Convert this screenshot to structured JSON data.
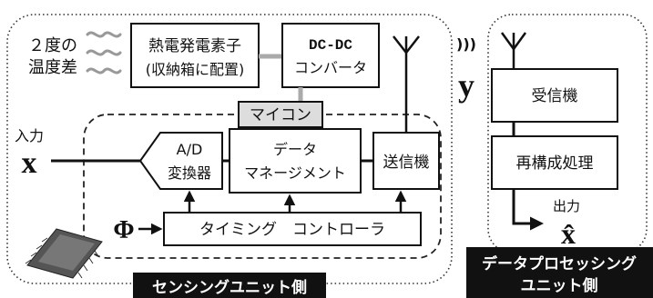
{
  "temperature_label": [
    "２度の",
    "温度差"
  ],
  "thermo_module": [
    "熱電発電素子",
    "(収納箱に配置)"
  ],
  "dcdc": [
    "DC-DC",
    "コンバータ"
  ],
  "microcontroller": "マイコン",
  "input_label": "入力",
  "input_symbol": "x",
  "adc": [
    "A/D",
    "変換器"
  ],
  "data_mgmt": [
    "データ",
    "マネージメント"
  ],
  "transmitter": "送信機",
  "phi_symbol": "Φ",
  "timing_controller": "タイミング　コントローラ",
  "wireless_symbol": ")))",
  "y_symbol": "y",
  "receiver": "受信機",
  "reconstruction": "再構成処理",
  "output_label": "出力",
  "output_symbol": "x̂",
  "sensing_unit_caption": "センシングユニット側",
  "processing_unit_caption": [
    "データプロセッシング",
    "ユニット側"
  ]
}
